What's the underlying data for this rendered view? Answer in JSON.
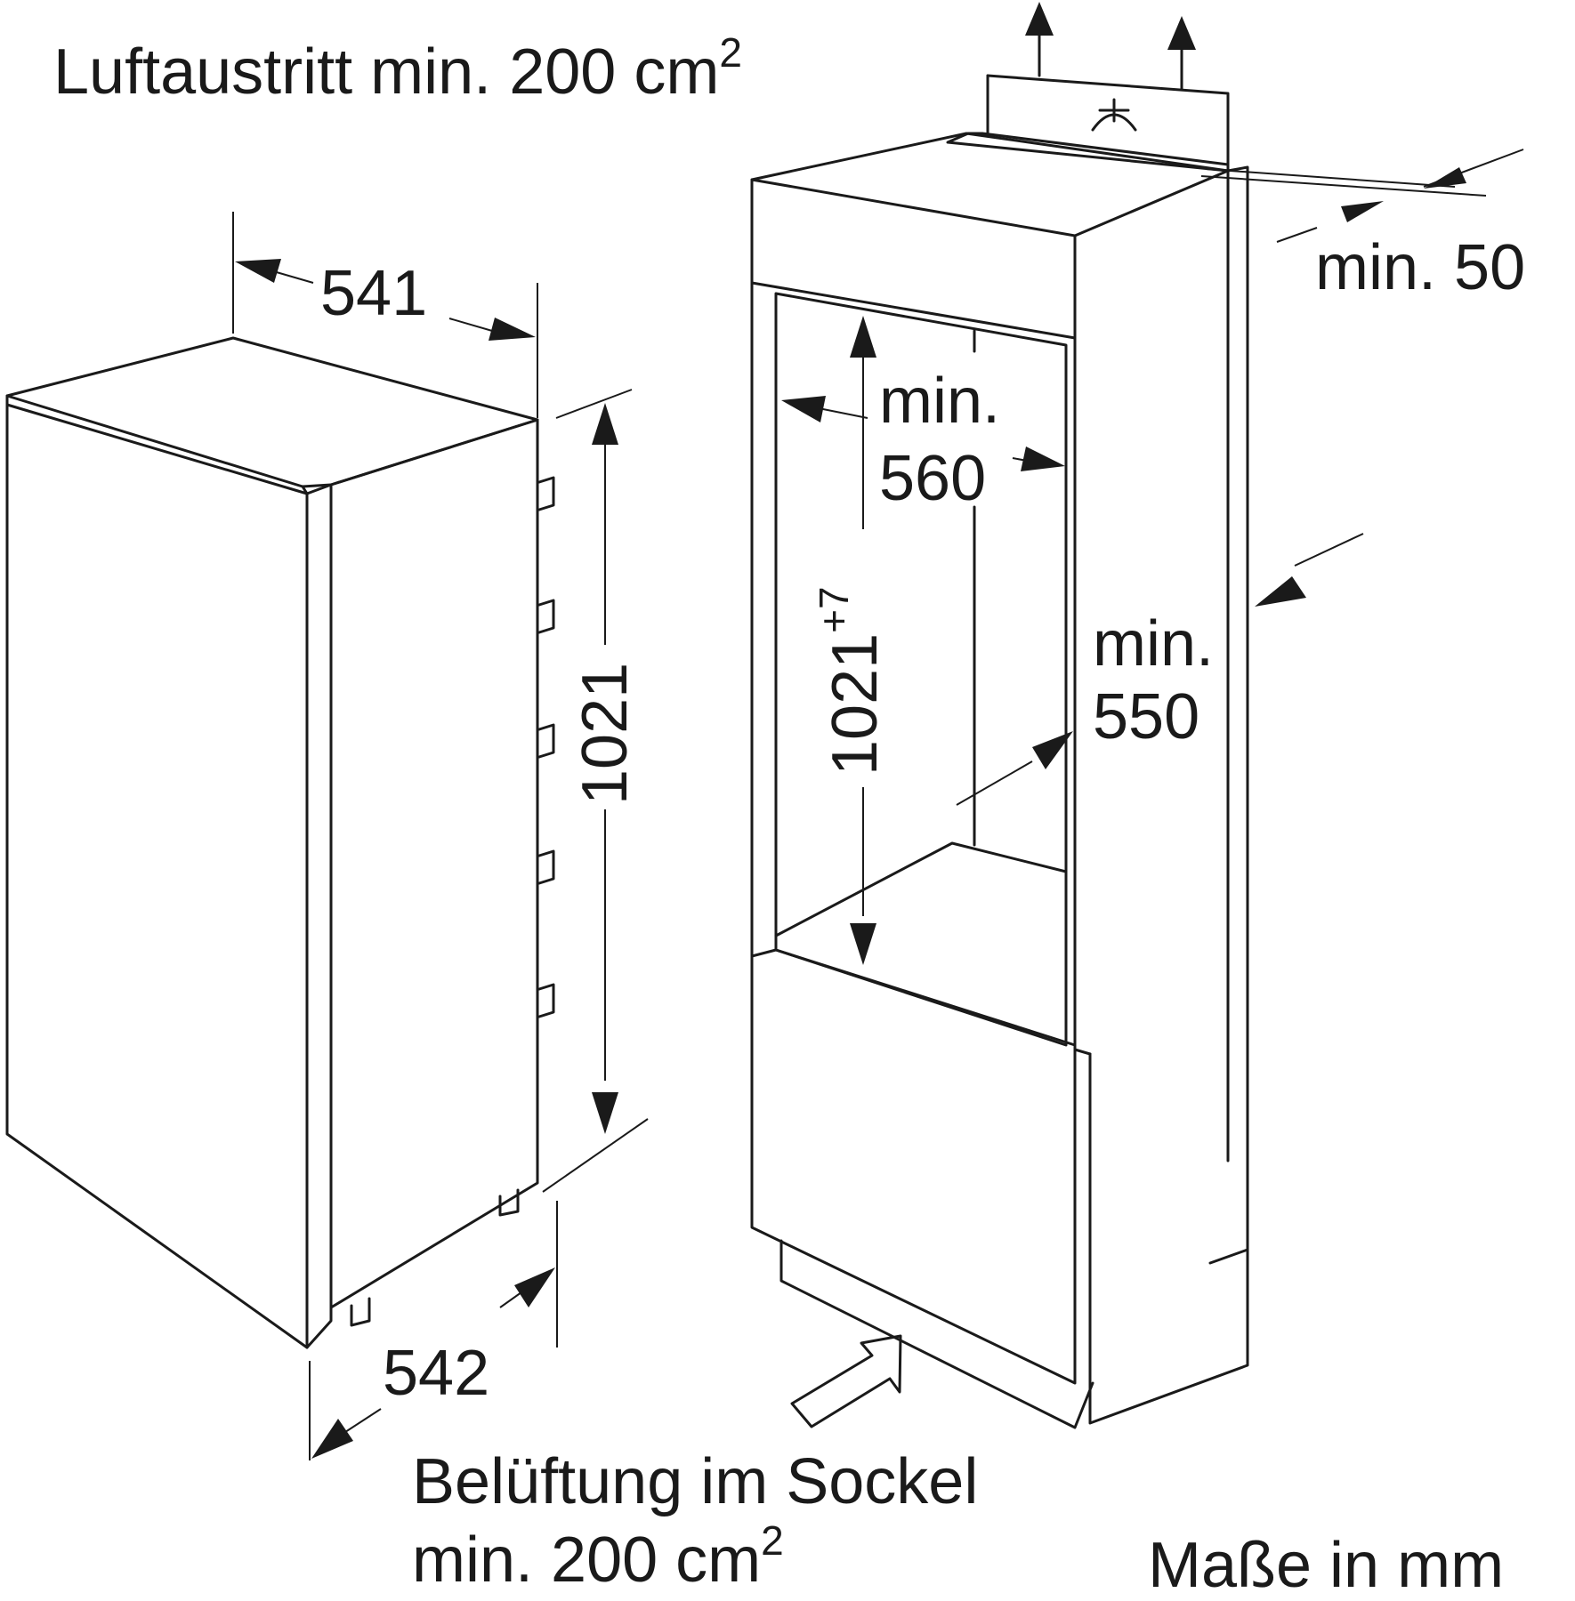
{
  "labels": {
    "air_outlet": "Luftaustritt min. 200 cm",
    "air_outlet_sup": "2",
    "width_541": "541",
    "height_1021": "1021",
    "depth_542": "542",
    "niche_min_top": "min.",
    "niche_560": "560",
    "niche_height": "1021",
    "niche_height_sup": "+7",
    "gap_min_50": "min. 50",
    "depth_min": "min.",
    "depth_550": "550",
    "plinth_vent_line1": "Belüftung im Sockel",
    "plinth_vent_line2": "min. 200 cm",
    "plinth_vent_sup": "2",
    "units": "Maße in mm"
  },
  "colors": {
    "line": "#1a1a1a",
    "background": "#ffffff"
  }
}
